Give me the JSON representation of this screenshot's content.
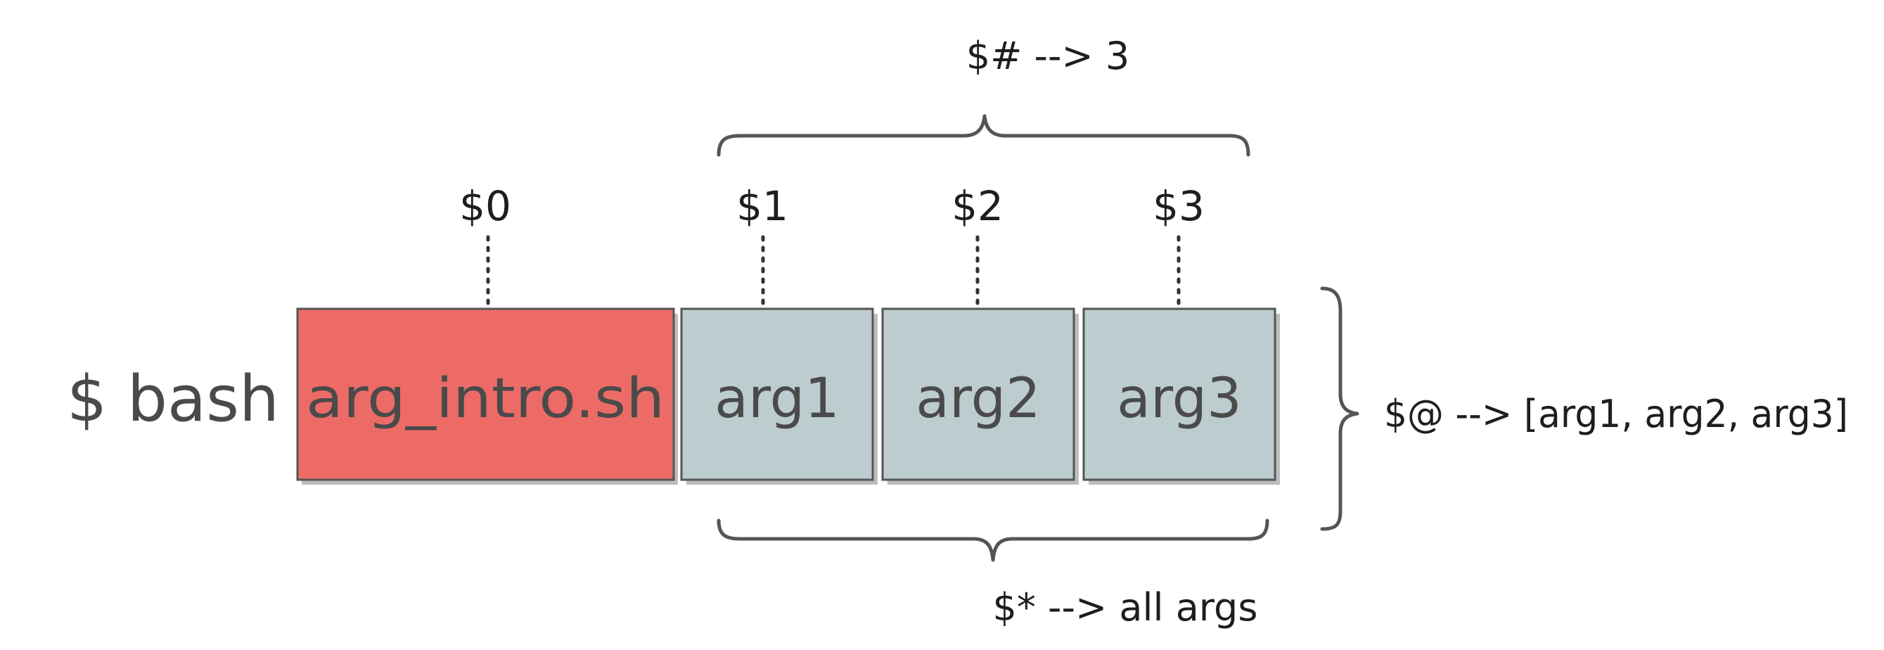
{
  "command": {
    "prompt": "$ bash"
  },
  "boxes": [
    {
      "text": "arg_intro.sh",
      "var": "$0",
      "color": "#ec6b67"
    },
    {
      "text": "arg1",
      "var": "$1",
      "color": "#bccccf"
    },
    {
      "text": "arg2",
      "var": "$2",
      "color": "#bccccf"
    },
    {
      "text": "arg3",
      "var": "$3",
      "color": "#bccccf"
    }
  ],
  "annotations": {
    "count": "$# --> 3",
    "all_args_star": "$* --> all args",
    "all_args_at": "$@ --> [arg1, arg2, arg3]"
  },
  "colors": {
    "script_box": "#ec6b67",
    "arg_box": "#bccccf",
    "outline": "#555555",
    "text": "#4a4a4a"
  }
}
